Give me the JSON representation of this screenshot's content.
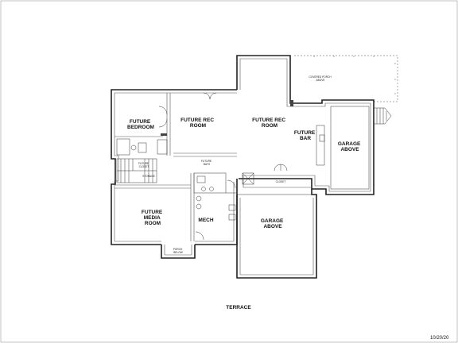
{
  "sheet": {
    "date": "10/20/20",
    "terrace_label": "TERRACE"
  },
  "rooms": {
    "future_bedroom": [
      "FUTURE",
      "BEDROOM"
    ],
    "future_rec_room_left": [
      "FUTURE REC",
      "ROOM"
    ],
    "future_rec_room_right": [
      "FUTURE REC",
      "ROOM"
    ],
    "future_bar": [
      "FUTURE",
      "BAR"
    ],
    "garage_above_right": [
      "GARAGE",
      "ABOVE"
    ],
    "future_media_room": [
      "FUTURE",
      "MEDIA",
      "ROOM"
    ],
    "mech": "MECH",
    "garage_above_main": [
      "GARAGE",
      "ABOVE"
    ]
  },
  "small_labels": {
    "covered_porch": [
      "COVERED PORCH",
      "ABOVE"
    ],
    "closet": "CLOSET",
    "storage": "STORAGE",
    "future_bath": [
      "FUTURE",
      "BATH"
    ],
    "future_closet": [
      "FUTURE",
      "CLOSET"
    ],
    "porch_below": [
      "PORCH",
      "BELOW"
    ]
  }
}
